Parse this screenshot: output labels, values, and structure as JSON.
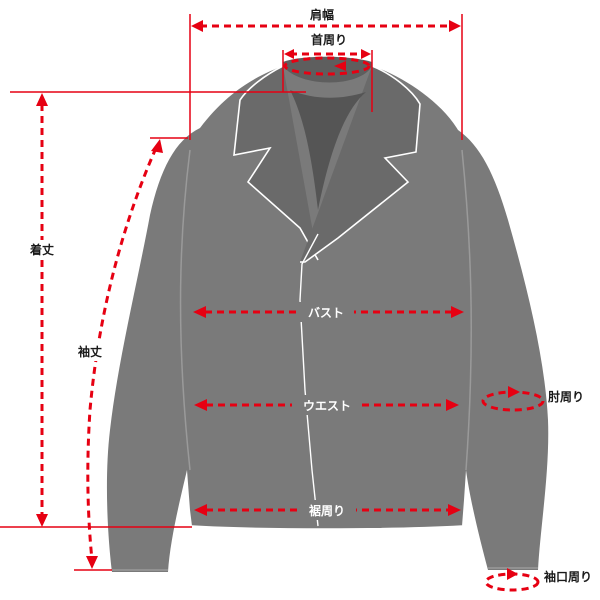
{
  "labels": {
    "shoulder_width": "肩幅",
    "neck": "首周り",
    "length": "着丈",
    "sleeve_length": "袖丈",
    "bust": "バスト",
    "waist": "ウエスト",
    "hem": "裾周り",
    "elbow": "肘周り",
    "cuff": "袖口周り"
  },
  "colors": {
    "accent": "#e60012",
    "garment": "#7a7a7a",
    "garment_shadow": "#5e5e5e",
    "outline": "#ffffff",
    "background": "#ffffff"
  }
}
